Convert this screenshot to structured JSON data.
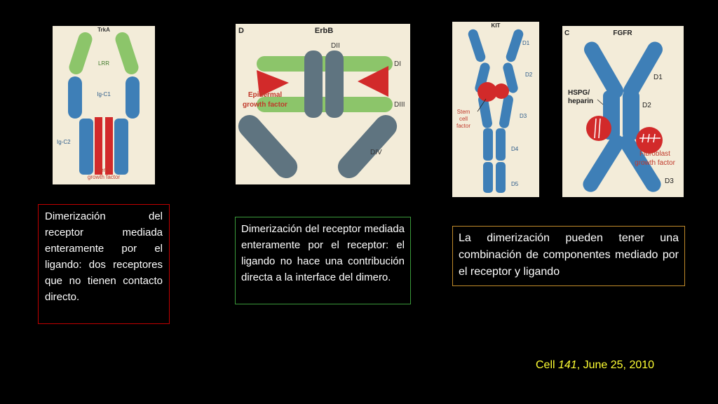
{
  "panels": {
    "trka": {
      "title": "TrkA",
      "label_lrr": "LRR",
      "label_igc1": "Ig-C1",
      "label_igc2": "Ig-C2",
      "ligand_line1": "Nerve",
      "ligand_line2": "growth factor"
    },
    "erbb": {
      "letter": "D",
      "title": "ErbB",
      "label_dii": "DII",
      "label_di": "DI",
      "label_diii": "DIII",
      "label_div": "DIV",
      "ligand_line1": "Epidermal",
      "ligand_line2": "growth factor"
    },
    "kit": {
      "title": "KIT",
      "label_d1": "D1",
      "label_d2": "D2",
      "label_d3": "D3",
      "label_d4": "D4",
      "label_d5": "D5",
      "ligand_line1": "Stem",
      "ligand_line2": "cell",
      "ligand_line3": "factor"
    },
    "fgfr": {
      "letter": "C",
      "title": "FGFR",
      "label_d1": "D1",
      "label_d2": "D2",
      "label_d3": "D3",
      "hspg_line1": "HSPG/",
      "hspg_line2": "heparin",
      "ligand_line1": "Fibroblast",
      "ligand_line2": "growth factor"
    }
  },
  "captions": {
    "box1": "Dimerización del receptor mediada enteramente por el ligando: dos receptores que no tienen contacto directo.",
    "box2": "Dimerización del receptor mediada enteramente por el receptor: el ligando no hace una contribución directa a la interface del dimero.",
    "box3": "La dimerización pueden  tener una combinación de componentes mediado por el receptor  y ligando"
  },
  "citation": {
    "journal": "Cell",
    "volume": "141",
    "date": ", June 25, 2010"
  },
  "colors": {
    "background": "#000000",
    "panel_background": "#f3ecd9",
    "receptor_blue": "#3e7fb7",
    "lrr_green": "#8cc56a",
    "ligand_red": "#d22a2a",
    "erbb_gray": "#5f7480",
    "citation_yellow": "#ffff33"
  }
}
